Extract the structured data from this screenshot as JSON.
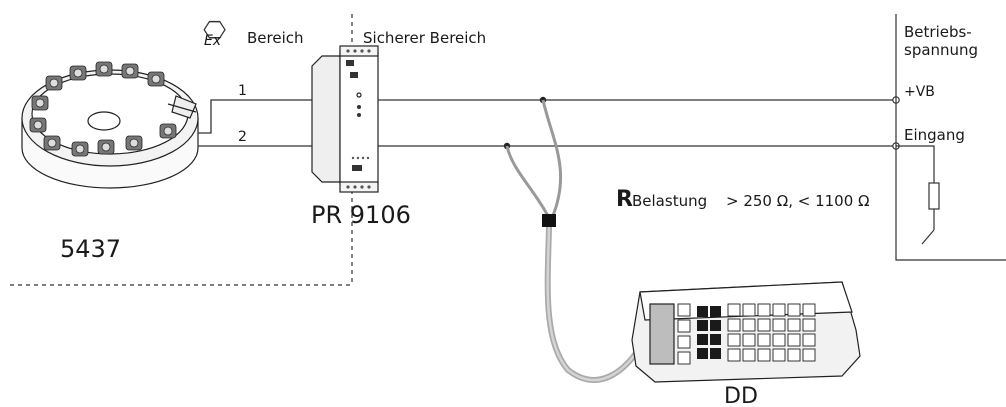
{
  "zones": {
    "ex_symbol": "Ex",
    "hazardous_label": "Bereich",
    "safe_label": "Sicherer Bereich"
  },
  "devices": {
    "transmitter_label": "5437",
    "isolator_label": "PR 9106",
    "communicator_label": "DD"
  },
  "wires": {
    "wire_1_label": "1",
    "wire_2_label": "2"
  },
  "supply": {
    "title_line1": "Betriebs-",
    "title_line2": "spannung",
    "vplus_label": "+VB",
    "input_label": "Eingang"
  },
  "load": {
    "symbol": "R",
    "subscript": "Belastung",
    "spec": "> 250 Ω, < 1100 Ω"
  }
}
